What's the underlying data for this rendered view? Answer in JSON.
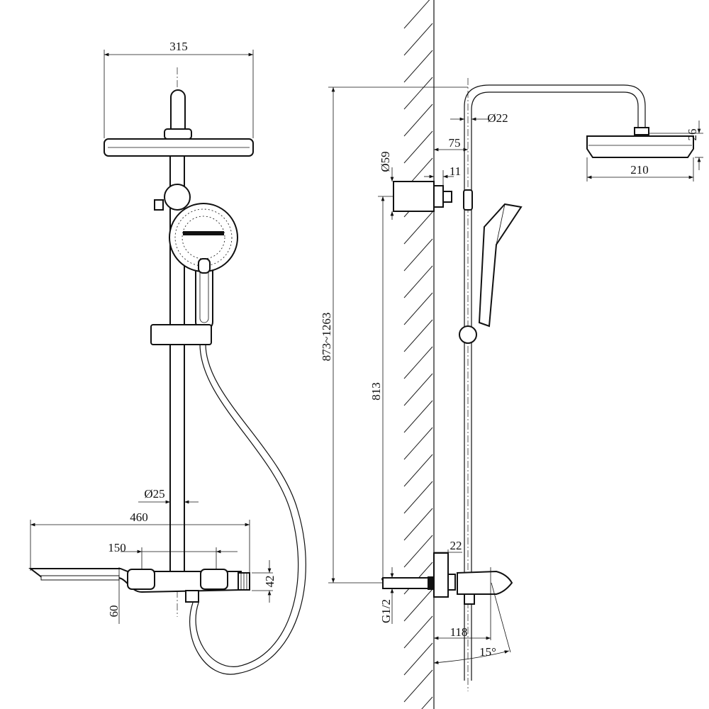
{
  "drawing": {
    "front_view": {
      "rain_head_width": "315",
      "rail_diameter": "Ø25",
      "shelf_width": "460",
      "valve_centers": "150",
      "shelf_height": "42",
      "shelf_depth": "60"
    },
    "side_view": {
      "arm_diameter": "Ø22",
      "head_diameter": "210",
      "head_thickness": "26",
      "wall_to_rail": "75",
      "bracket_diameter": "Ø59",
      "bracket_offset": "11",
      "total_height": "873~1263",
      "rail_height": "813",
      "escutcheon": "22",
      "thread": "G1/2",
      "spout_projection": "118",
      "spout_angle": "15°"
    }
  }
}
